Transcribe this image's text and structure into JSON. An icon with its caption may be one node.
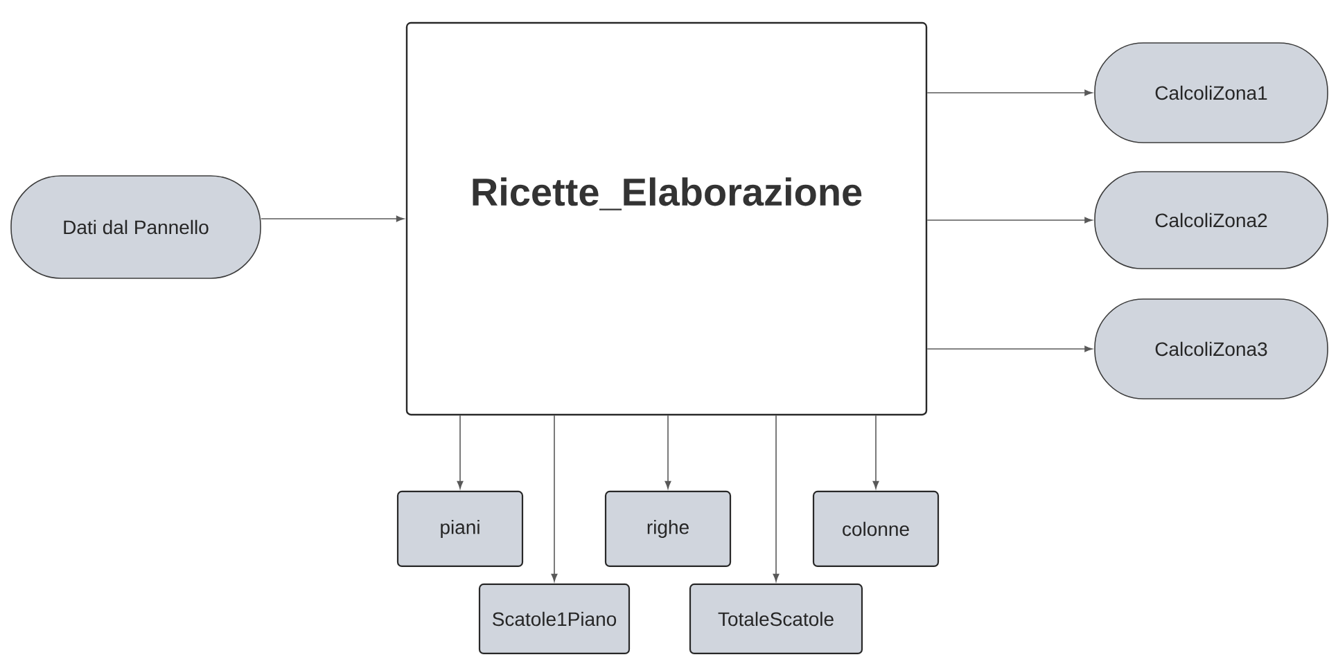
{
  "diagram": {
    "nodes": [
      {
        "text": [
          "Dati dal Pannello"
        ]
      },
      {
        "text": [
          "Ricette_Elaborazione"
        ]
      },
      {
        "text": [
          "CalcoliZona1"
        ]
      },
      {
        "text": [
          "CalcoliZona2"
        ]
      },
      {
        "text": [
          "CalcoliZona3"
        ]
      },
      {
        "text": [
          "piani"
        ]
      },
      {
        "text": [
          "righe"
        ]
      },
      {
        "text": [
          "colonne"
        ]
      },
      {
        "text": [
          "Scatole1Piano"
        ]
      },
      {
        "text": [
          "TotaleScatole"
        ]
      }
    ],
    "edges": [
      {
        "from": 0,
        "to": 1,
        "arrow": "to"
      },
      {
        "from": 1,
        "to": 2,
        "arrow": "to"
      },
      {
        "from": 1,
        "to": 3,
        "arrow": "to"
      },
      {
        "from": 1,
        "to": 4,
        "arrow": "to"
      },
      {
        "from": 1,
        "to": 5,
        "arrow": "to"
      },
      {
        "from": 1,
        "to": 8,
        "arrow": "to"
      },
      {
        "from": 1,
        "to": 6,
        "arrow": "to"
      },
      {
        "from": 1,
        "to": 9,
        "arrow": "to"
      },
      {
        "from": 1,
        "to": 7,
        "arrow": "to"
      }
    ]
  }
}
